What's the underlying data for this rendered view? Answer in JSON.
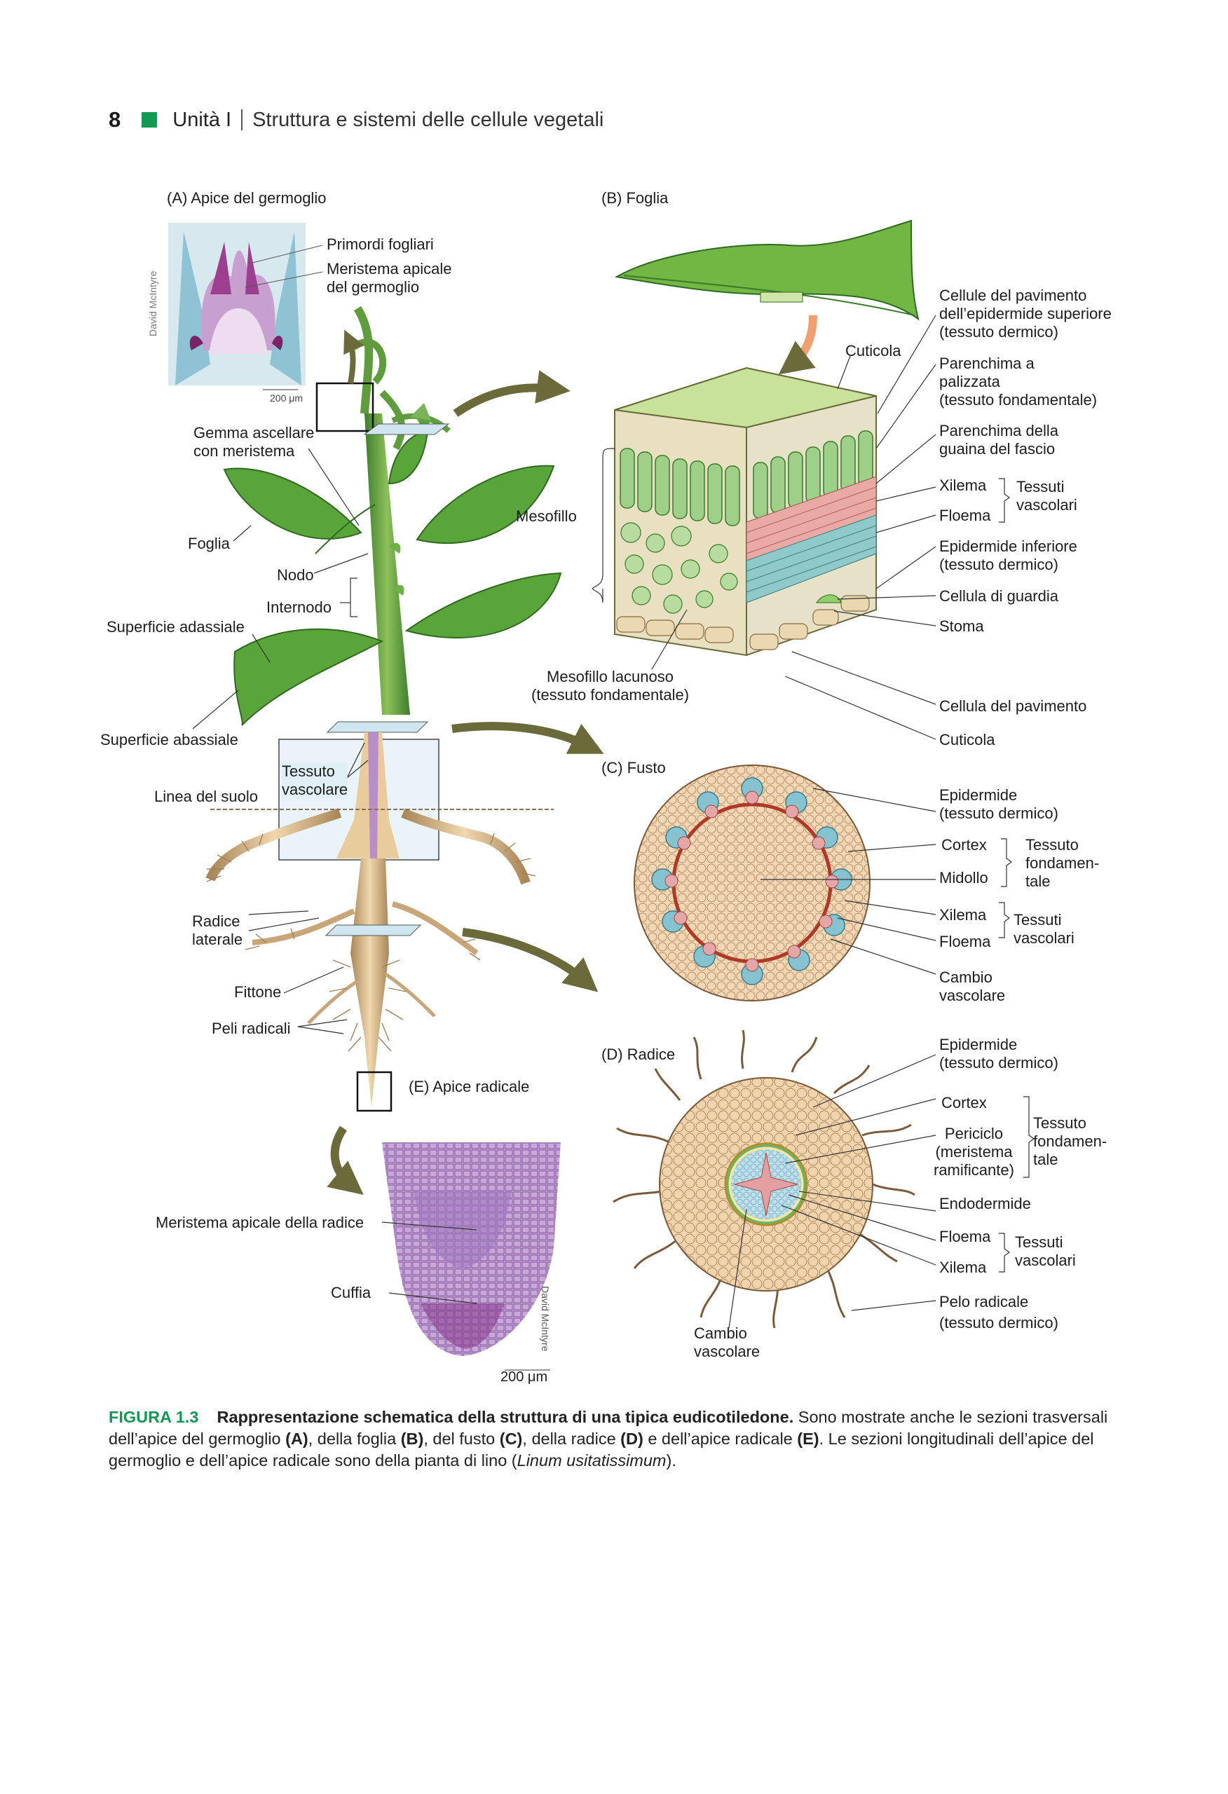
{
  "header": {
    "page_number": "8",
    "unit": "Unità I",
    "title": "Struttura e sistemi delle cellule vegetali"
  },
  "panels": {
    "A": "(A) Apice del germoglio",
    "B": "(B)  Foglia",
    "C": "(C)  Fusto",
    "D": "(D)  Radice",
    "E": "(E) Apice radicale"
  },
  "scale_small": "200 μm",
  "scale_large": "200 μm",
  "credit_a": "David McIntyre",
  "credit_e": "David McIntyre",
  "labels_a": {
    "primordi": "Primordi fogliari",
    "meristema": "Meristema apicale\ndel germoglio"
  },
  "labels_plant": {
    "gemma": "Gemma ascellare\ncon meristema",
    "foglia": "Foglia",
    "nodo": "Nodo",
    "internodo": "Internodo",
    "sup_adassiale": "Superficie adassiale",
    "sup_abassiale": "Superficie abassiale",
    "tessuto_vascolare": "Tessuto\nvascolare",
    "linea_suolo": "Linea del suolo",
    "radice_laterale": "Radice\nlaterale",
    "fittone": "Fittone",
    "peli_radicali": "Peli radicali"
  },
  "labels_b": {
    "cuticola_top": "Cuticola",
    "pavimento_sup": "Cellule del pavimento\ndell’epidermide superiore\n(tessuto dermico)",
    "palizzata": "Parenchima a\npalizzata\n(tessuto fondamentale)",
    "guaina": "Parenchima della\nguaina del fascio",
    "xilema": "Xilema",
    "floema": "Floema",
    "tessuti_vascolari": "Tessuti\nvascolari",
    "epidermide_inf": "Epidermide inferiore\n(tessuto dermico)",
    "guardia": "Cellula di guardia",
    "stoma": "Stoma",
    "mesofillo": "Mesofillo",
    "lacunoso": "Mesofillo lacunoso\n(tessuto fondamentale)",
    "pavimento": "Cellula del pavimento",
    "cuticola_bottom": "Cuticola"
  },
  "labels_c": {
    "epidermide": "Epidermide\n(tessuto dermico)",
    "cortex": "Cortex",
    "midollo": "Midollo",
    "tessuto_fond": "Tessuto\nfondamen-\ntale",
    "xilema": "Xilema",
    "floema": "Floema",
    "tessuti_vascolari": "Tessuti\nvascolari",
    "cambio": "Cambio\nvascolare"
  },
  "labels_d": {
    "epidermide": "Epidermide\n(tessuto dermico)",
    "cortex": "Cortex",
    "periciclo": "Periciclo\n(meristema\nramificante)",
    "tessuto_fond": "Tessuto\nfondamen-\ntale",
    "endodermide": "Endodermide",
    "floema": "Floema",
    "xilema": "Xilema",
    "tessuti_vascolari": "Tessuti\nvascolari",
    "pelo": "Pelo radicale\n(tessuto dermico)",
    "cambio": "Cambio\nvascolare"
  },
  "labels_e": {
    "meristema": "Meristema apicale della radice",
    "cuffia": "Cuffia"
  },
  "caption": {
    "label": "FIGURA 1.3",
    "title": "Rappresentazione schematica della struttura di una tipica eudicotiledone.",
    "t1": " Sono mostrate anche le sezioni trasversali dell’apice del germoglio ",
    "a": "(A)",
    "t2": ", della foglia ",
    "b": "(B)",
    "t3": ", del fusto ",
    "c": "(C)",
    "t4": ", della radice ",
    "d": "(D)",
    "t5": " e dell’apice radicale ",
    "e": "(E)",
    "t6": ". Le sezioni longitudinali dell’apice del germoglio e dell’apice radicale sono della pianta di lino (",
    "species": "Linum usitatissimum",
    "t7": ")."
  },
  "colors": {
    "accent": "#129a55",
    "leaf": "#4f9a3a",
    "root": "#d8b98a",
    "arrow": "#6b6a3a",
    "cortex": "#f2d7b4"
  }
}
